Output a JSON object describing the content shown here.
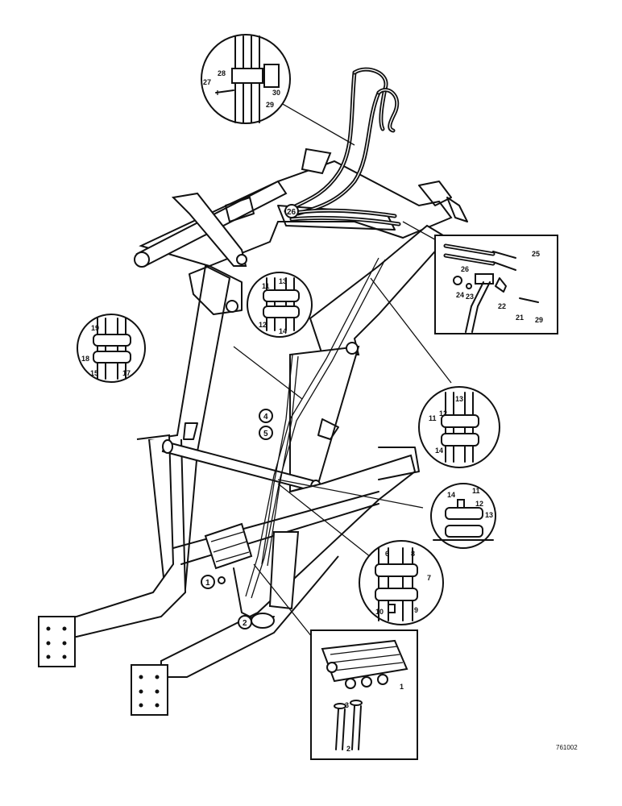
{
  "figure": {
    "code": "761002",
    "parts": {
      "p1": "1",
      "p2": "2",
      "p3": "3",
      "p4": "4",
      "p5": "5",
      "p6": "6",
      "p7": "7",
      "p8": "8",
      "p9": "9",
      "p10": "10",
      "p11": "11",
      "p12": "12",
      "p13": "13",
      "p14": "14",
      "p15": "15",
      "p16": "16",
      "p17": "17",
      "p18": "18",
      "p21": "21",
      "p22": "22",
      "p23": "23",
      "p24": "24",
      "p25": "25",
      "p26": "26",
      "p27": "27",
      "p28": "28",
      "p29": "29",
      "p30": "30"
    }
  }
}
